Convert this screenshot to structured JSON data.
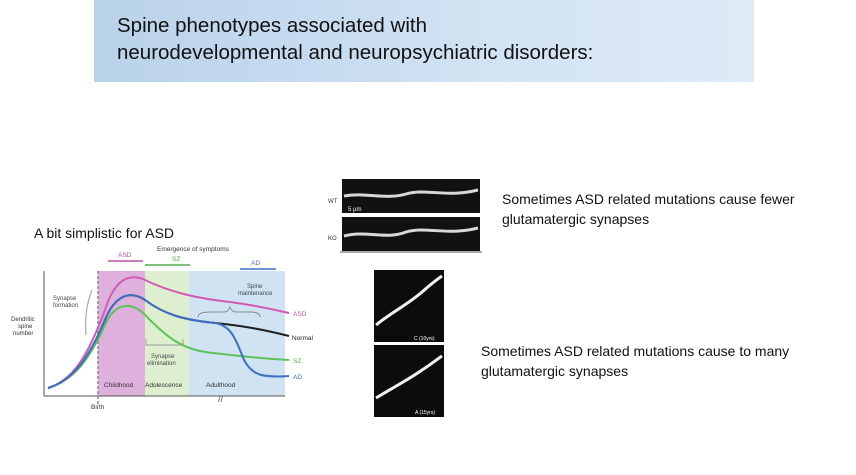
{
  "slide": {
    "title_line1": "Spine phenotypes associated with",
    "title_line2": "neurodevelopmental and neuropsychiatric disorders:",
    "label_simplistic": "A bit simplistic for ASD",
    "caption_fewer_line1": "Sometimes ASD related mutations cause fewer",
    "caption_fewer_line2": "glutamatergic synapses",
    "caption_many_line1": "Sometimes ASD related mutations cause to many",
    "caption_many_line2": "glutamatergic synapses"
  },
  "figure": {
    "emergence": "Emergence of symptoms",
    "bracket_asd": "ASD",
    "bracket_sz": "SZ",
    "bracket_ad": "AD",
    "synapse_formation_l1": "Synapse",
    "synapse_formation_l2": "formation",
    "spine_maintenance_l1": "Spine",
    "spine_maintenance_l2": "maintenance",
    "synapse_elimination_l1": "Synapse",
    "synapse_elimination_l2": "elimination",
    "ylabel_l1": "Dendritic",
    "ylabel_l2": "spine",
    "ylabel_l3": "number",
    "phase_childhood": "Childhood",
    "phase_adolescence": "Adolescence",
    "phase_adulthood": "Adulthood",
    "birth": "Birth",
    "end_asd": "ASD",
    "end_normal": "Normal",
    "end_sz": "SZ",
    "end_ad": "AD",
    "colors": {
      "asd": "#d35ab5",
      "normal": "#1f1f1f",
      "sz": "#5cc35a",
      "ad": "#3f6fc4"
    }
  },
  "micrograph_top": {
    "wt": "WT",
    "ko": "KO",
    "scale": "5 µm"
  },
  "micrograph_bottom": {
    "label_c": "C (10yrs)",
    "label_a": "A (15yrs)"
  }
}
